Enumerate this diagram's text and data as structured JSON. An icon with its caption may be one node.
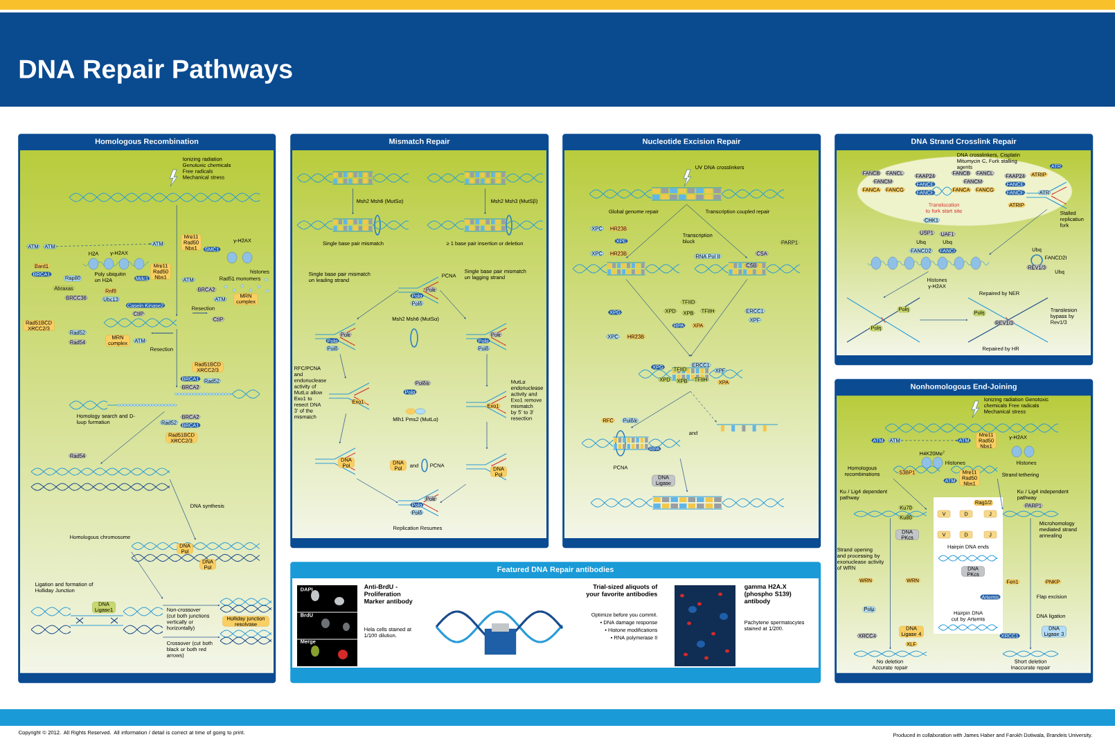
{
  "diagram": {
    "title": "DNA Repair Pathways",
    "nodes": [
      {
        "text": [
          "Homologous Recombination"
        ]
      },
      {
        "text": [
          "Mismatch Repair"
        ]
      },
      {
        "text": [
          "Nucleotide Excision Repair"
        ]
      },
      {
        "text": [
          "DNA Strand Crosslink Repair"
        ]
      },
      {
        "text": [
          "Nonhomologous End-Joining"
        ]
      },
      {
        "text": [
          "Featured DNA Repair antibodies"
        ]
      },
      {
        "text": [],
        "shape": "picture",
        "in": 0
      },
      {
        "text": [
          "ATM"
        ],
        "in": 0
      },
      {
        "text": [
          "ATM"
        ],
        "in": 0
      },
      {
        "text": [
          "ATM"
        ],
        "in": 0
      },
      {
        "text": [
          "Mre11 Rad50 Nbs1"
        ],
        "in": 0
      },
      {
        "text": [
          "SMC1"
        ],
        "in": 0
      },
      {
        "text": [
          "Bard1"
        ],
        "in": 0
      },
      {
        "text": [
          "BRCA1"
        ],
        "in": 0
      },
      {
        "text": [
          "Rap80"
        ],
        "in": 0
      },
      {
        "text": [
          "Abraxas"
        ],
        "in": 0
      },
      {
        "text": [
          "BRCC36"
        ],
        "in": 0
      },
      {
        "text": [
          "Mdc1"
        ],
        "in": 0
      },
      {
        "text": [
          "Rnf8"
        ],
        "in": 0
      },
      {
        "text": [
          "Ubc13"
        ],
        "in": 0
      },
      {
        "text": [
          "Casein Kinase2"
        ],
        "in": 0
      },
      {
        "text": [
          "Mre11 Rad50 Nbs1"
        ],
        "in": 0
      },
      {
        "text": [
          "ATM"
        ],
        "in": 0
      },
      {
        "text": [
          "BRCA2"
        ],
        "in": 0
      },
      {
        "text": [
          "ATM"
        ],
        "in": 0
      },
      {
        "text": [
          "MRN complex"
        ],
        "in": 0
      },
      {
        "text": [
          "CtIP"
        ],
        "in": 0
      },
      {
        "text": [
          "Rad51BCD XRCC2/3"
        ],
        "in": 0
      },
      {
        "text": [
          "Rad52"
        ],
        "in": 0
      },
      {
        "text": [
          "Rad54"
        ],
        "in": 0
      },
      {
        "text": [
          "CtIP"
        ],
        "in": 0
      },
      {
        "text": [
          "MRN complex"
        ],
        "in": 0
      },
      {
        "text": [
          "ATM"
        ],
        "in": 0
      },
      {
        "text": [],
        "shape": "picture",
        "in": 0
      },
      {
        "text": [
          "Rad51BCD XRCC2/3"
        ],
        "in": 0
      },
      {
        "text": [
          "BRCA1"
        ],
        "in": 0
      },
      {
        "text": [
          "Rad52"
        ],
        "in": 0
      },
      {
        "text": [
          "BRCA2"
        ],
        "in": 0
      },
      {
        "text": [],
        "shape": "picture",
        "in": 0
      },
      {
        "text": [
          "BRCA2"
        ],
        "in": 0
      },
      {
        "text": [
          "Rad52"
        ],
        "in": 0
      },
      {
        "text": [
          "BRCA1"
        ],
        "in": 0
      },
      {
        "text": [
          "Rad51BCD XRCC2/3"
        ],
        "in": 0
      },
      {
        "text": [
          "Rad54"
        ],
        "in": 0
      },
      {
        "text": [],
        "shape": "picture",
        "in": 0
      },
      {
        "text": [
          "DNA Pol"
        ],
        "in": 47
      },
      {
        "text": [
          "DNA Pol"
        ],
        "in": 0
      },
      {
        "text": [],
        "shape": "picture",
        "in": 0
      },
      {
        "text": [
          "DNA Ligase1"
        ],
        "in": 49
      },
      {
        "text": [],
        "shape": "picture",
        "in": 0
      },
      {
        "text": [
          "Holliday junction resolvase"
        ],
        "in": 0
      },
      {
        "text": [],
        "shape": "picture",
        "in": 0
      },
      {
        "text": [],
        "shape": "picture",
        "in": 0
      },
      {
        "text": [],
        "shape": "picture",
        "in": 1
      },
      {
        "text": [],
        "shape": "picture",
        "in": 1
      },
      {
        "text": [],
        "shape": "picture",
        "in": 1
      },
      {
        "text": [],
        "shape": "picture",
        "in": 1
      },
      {
        "text": [],
        "shape": "picture",
        "in": 1
      },
      {
        "text": [
          "Polε"
        ],
        "in": 57
      },
      {
        "text": [
          "Polα"
        ],
        "in": 57
      },
      {
        "text": [
          "Polδ"
        ],
        "in": 57
      },
      {
        "text": [],
        "shape": "picture",
        "in": 1
      },
      {
        "text": [
          "Polε"
        ],
        "in": 61
      },
      {
        "text": [
          "Polα"
        ],
        "in": 61
      },
      {
        "text": [
          "Polδ"
        ],
        "in": 61
      },
      {
        "text": [],
        "shape": "picture",
        "in": 1
      },
      {
        "text": [
          "Polε"
        ],
        "in": 65
      },
      {
        "text": [
          "Polα"
        ],
        "in": 65
      },
      {
        "text": [
          "Polδ"
        ],
        "in": 65
      },
      {
        "text": [
          "Polδ/ε"
        ],
        "in": 1
      },
      {
        "text": [
          "Polα"
        ],
        "in": 1
      },
      {
        "text": [],
        "shape": "picture",
        "in": 1
      },
      {
        "text": [
          "Exo1"
        ],
        "in": 71
      },
      {
        "text": [],
        "shape": "picture",
        "in": 1
      },
      {
        "text": [
          "Exo1"
        ],
        "in": 73
      },
      {
        "text": [],
        "shape": "picture",
        "in": 1
      },
      {
        "text": [
          "DNA Pol"
        ],
        "in": 75
      },
      {
        "text": [
          "DNA Pol"
        ],
        "in": 1
      },
      {
        "text": [],
        "shape": "picture",
        "in": 1
      },
      {
        "text": [
          "DNA Pol"
        ],
        "in": 78
      },
      {
        "text": [],
        "shape": "picture",
        "in": 1
      },
      {
        "text": [
          "Polε"
        ],
        "in": 80
      },
      {
        "text": [
          "Polα"
        ],
        "in": 80
      },
      {
        "text": [
          "Polδ"
        ],
        "in": 80
      },
      {
        "text": [],
        "shape": "picture",
        "in": 2
      },
      {
        "text": [
          "XPC"
        ],
        "in": 2
      },
      {
        "text": [
          "HR23B"
        ],
        "in": 2
      },
      {
        "text": [
          "XPE"
        ],
        "in": 2
      },
      {
        "text": [
          "XPC"
        ],
        "in": 2
      },
      {
        "text": [
          "HR23B"
        ],
        "in": 2
      },
      {
        "text": [],
        "shape": "picture",
        "in": 2
      },
      {
        "text": [
          "RNA Pol II"
        ],
        "in": 2
      },
      {
        "text": [
          "CSA"
        ],
        "in": 2
      },
      {
        "text": [
          "CSB"
        ],
        "in": 95
      },
      {
        "text": [
          "PARP1"
        ],
        "in": 2
      },
      {
        "text": [],
        "shape": "picture",
        "in": 2
      },
      {
        "text": [
          "TFIID"
        ],
        "in": 2
      },
      {
        "text": [
          "XPD"
        ],
        "in": 2
      },
      {
        "text": [
          "XPB"
        ],
        "in": 2
      },
      {
        "text": [
          "TFIIH"
        ],
        "in": 2
      },
      {
        "text": [
          "XPG"
        ],
        "in": 2
      },
      {
        "text": [
          "RPA"
        ],
        "in": 2
      },
      {
        "text": [
          "XPA"
        ],
        "in": 2
      },
      {
        "text": [
          "ERCC1"
        ],
        "in": 2
      },
      {
        "text": [
          "XPF"
        ],
        "in": 2
      },
      {
        "text": [
          "XPC"
        ],
        "in": 2
      },
      {
        "text": [
          "HR23B"
        ],
        "in": 2
      },
      {
        "text": [],
        "shape": "picture",
        "in": 2
      },
      {
        "text": [
          "ERCC1"
        ],
        "in": 107
      },
      {
        "text": [
          "XPF"
        ],
        "in": 107
      },
      {
        "text": [
          "XPG"
        ],
        "in": 107
      },
      {
        "text": [
          "TFIID"
        ],
        "in": 107
      },
      {
        "text": [
          "XPD"
        ],
        "in": 107
      },
      {
        "text": [
          "XPB"
        ],
        "in": 107
      },
      {
        "text": [
          "TFIIH"
        ],
        "in": 107
      },
      {
        "text": [
          "XPA"
        ],
        "in": 107
      },
      {
        "text": [
          "RFC"
        ],
        "in": 2
      },
      {
        "text": [
          "Polδ/ε"
        ],
        "in": 2
      },
      {
        "text": [],
        "shape": "picture",
        "in": 2
      },
      {
        "text": [
          "RPA"
        ],
        "in": 118
      },
      {
        "text": [],
        "shape": "picture",
        "in": 2
      },
      {
        "text": [
          "DNA Ligase"
        ],
        "in": 2
      },
      {
        "text": [],
        "shape": "picture",
        "in": 2
      },
      {
        "text": [],
        "shape": "picture",
        "in": 3
      },
      {
        "text": [
          "FANCB"
        ],
        "in": 3
      },
      {
        "text": [
          "FANCL"
        ],
        "in": 3
      },
      {
        "text": [
          "FANCM"
        ],
        "in": 3
      },
      {
        "text": [
          "FANCA"
        ],
        "in": 3
      },
      {
        "text": [
          "FANCG"
        ],
        "in": 3
      },
      {
        "text": [
          "FAAP24"
        ],
        "in": 3
      },
      {
        "text": [
          "FANCE"
        ],
        "in": 3
      },
      {
        "text": [
          "FANCF"
        ],
        "in": 3
      },
      {
        "text": [
          "FANCB"
        ],
        "in": 3
      },
      {
        "text": [
          "FANCL"
        ],
        "in": 3
      },
      {
        "text": [
          "FANCM"
        ],
        "in": 3
      },
      {
        "text": [
          "FANCA"
        ],
        "in": 3
      },
      {
        "text": [
          "FANCG"
        ],
        "in": 3
      },
      {
        "text": [
          "FAAP24"
        ],
        "in": 3
      },
      {
        "text": [
          "FANCE"
        ],
        "in": 3
      },
      {
        "text": [
          "FANCF"
        ],
        "in": 3
      },
      {
        "text": [
          "ATRIP"
        ],
        "in": 3
      },
      {
        "text": [
          "ATR"
        ],
        "in": 3
      },
      {
        "text": [
          "ATRIP"
        ],
        "in": 3
      },
      {
        "text": [
          "ATR"
        ],
        "in": 123
      },
      {
        "text": [
          "CHK1"
        ],
        "in": 3
      },
      {
        "text": [
          "USP1"
        ],
        "in": 3
      },
      {
        "text": [
          "UAF1"
        ],
        "in": 3
      },
      {
        "text": [
          "FANCD2"
        ],
        "in": 3
      },
      {
        "text": [
          "FANCI"
        ],
        "in": 3
      },
      {
        "text": [
          "REV1/3"
        ],
        "in": 3
      },
      {
        "text": [],
        "shape": "picture",
        "in": 3
      },
      {
        "text": [
          "Polη"
        ],
        "in": 153
      },
      {
        "text": [
          "Polη"
        ],
        "in": 153
      },
      {
        "text": [],
        "shape": "picture",
        "in": 3
      },
      {
        "text": [
          "Polη"
        ],
        "in": 156
      },
      {
        "text": [
          "REV1/3"
        ],
        "in": 156
      },
      {
        "text": [],
        "shape": "picture",
        "in": 3
      },
      {
        "text": [],
        "shape": "picture",
        "in": 4
      },
      {
        "text": [
          "ATM"
        ],
        "in": 4
      },
      {
        "text": [
          "ATM"
        ],
        "in": 4
      },
      {
        "text": [
          "ATM"
        ],
        "in": 4
      },
      {
        "text": [
          "Mre11 Rad50 Nbs1"
        ],
        "in": 4
      },
      {
        "text": [
          "53BP1"
        ],
        "in": 165
      },
      {
        "text": [
          "ATM"
        ],
        "in": 4
      },
      {
        "text": [
          "Mre11 Rad50 Nbs1"
        ],
        "in": 4
      },
      {
        "text": [],
        "shape": "picture",
        "in": 4
      },
      {
        "text": [
          "Ku70"
        ],
        "in": 4
      },
      {
        "text": [
          "Ku80"
        ],
        "in": 4
      },
      {
        "text": [],
        "shape": "picture",
        "in": 4
      },
      {
        "text": [
          "DNA PKcs"
        ],
        "in": 4
      },
      {
        "text": [
          "WRN"
        ],
        "in": 4
      },
      {
        "text": [
          "WRN"
        ],
        "in": 4
      },
      {
        "text": [
          "Polμ"
        ],
        "in": 4
      },
      {
        "text": [
          "XRCC4"
        ],
        "in": 4
      },
      {
        "text": [
          "DNA Ligase 4"
        ],
        "in": 4
      },
      {
        "text": [
          "XLF"
        ],
        "in": 4
      },
      {
        "text": [],
        "shape": "picture",
        "in": 4
      },
      {
        "text": [
          "Rag1/2"
        ],
        "in": 4
      },
      {
        "text": [
          "V"
        ],
        "in": 4
      },
      {
        "text": [
          "D"
        ],
        "in": 4
      },
      {
        "text": [
          "J"
        ],
        "in": 4
      },
      {
        "text": [
          "V"
        ],
        "in": 4
      },
      {
        "text": [
          "D"
        ],
        "in": 4
      },
      {
        "text": [
          "J"
        ],
        "in": 4
      },
      {
        "text": [
          "DNA PKcs"
        ],
        "in": 4
      },
      {
        "text": [
          "Artemis"
        ],
        "in": 4
      },
      {
        "text": [
          "PARP1"
        ],
        "in": 4
      },
      {
        "text": [],
        "shape": "picture",
        "in": 4
      },
      {
        "text": [
          "Fen1"
        ],
        "in": 4
      },
      {
        "text": [
          "PNKP"
        ],
        "in": 4
      },
      {
        "text": [
          "XRCC1"
        ],
        "in": 4
      },
      {
        "text": [
          "DNA Ligase 3"
        ],
        "in": 4
      },
      {
        "text": [],
        "shape": "picture",
        "in": 4
      }
    ],
    "edges": [
      {
        "from": 6,
        "to": 33,
        "arrow": "to"
      },
      {
        "from": 33,
        "to": 38,
        "arrow": "to"
      },
      {
        "from": 38,
        "to": 44,
        "arrow": "to"
      },
      {
        "from": 44,
        "to": 47,
        "arrow": "to"
      },
      {
        "from": 47,
        "to": 49,
        "arrow": "to"
      },
      {
        "from": 49,
        "to": 51,
        "arrow": "to"
      },
      {
        "from": 49,
        "to": 52,
        "arrow": "to"
      },
      {
        "from": 8,
        "to": 9,
        "arrow": "to",
        "style": "dashed"
      },
      {
        "from": 53,
        "to": 55,
        "arrow": "to"
      },
      {
        "from": 54,
        "to": 56,
        "arrow": "to"
      },
      {
        "from": 57,
        "to": 61,
        "arrow": "to"
      },
      {
        "from": 57,
        "to": 65,
        "arrow": "to"
      },
      {
        "from": 61,
        "to": 71,
        "arrow": "to"
      },
      {
        "from": 65,
        "to": 73,
        "arrow": "to"
      },
      {
        "from": 71,
        "to": 75,
        "arrow": "to"
      },
      {
        "from": 73,
        "to": 78,
        "arrow": "to"
      },
      {
        "from": 75,
        "to": 80,
        "arrow": "to"
      },
      {
        "from": 78,
        "to": 80,
        "arrow": "to"
      },
      {
        "from": 84,
        "to": 90,
        "arrow": "to"
      },
      {
        "from": 84,
        "to": 95,
        "arrow": "to"
      },
      {
        "from": 90,
        "to": 107,
        "arrow": "to"
      },
      {
        "from": 95,
        "to": 107,
        "arrow": "to"
      },
      {
        "from": 107,
        "to": 118,
        "arrow": "to"
      },
      {
        "from": 107,
        "to": 120,
        "arrow": "to",
        "style": "dashed"
      },
      {
        "from": 118,
        "to": 122,
        "arrow": "to"
      },
      {
        "from": 150,
        "to": 153,
        "arrow": "to"
      },
      {
        "from": 153,
        "to": 156,
        "arrow": "to"
      },
      {
        "from": 159,
        "to": 160,
        "arrow": "to",
        "style": "dashed"
      },
      {
        "from": 165,
        "to": 168,
        "arrow": "to"
      },
      {
        "from": 165,
        "to": 187,
        "arrow": "to"
      },
      {
        "from": 168,
        "to": 176,
        "arrow": "to"
      },
      {
        "from": 187,
        "to": 192,
        "arrow": "to"
      },
      {
        "from": 123,
        "to": 150,
        "arrow": "to"
      }
    ],
    "labels": [
      "Ionizing radiation Genotoxic chemicals Free radicals Mechanical stress",
      "H2A",
      "γ-H2AX",
      "γ-H2AX",
      "histones",
      "Poly ubiquitin on H2A",
      "Rad51 monomers",
      "Resection",
      "Resection",
      "Homology search and D-loop formation",
      "DNA synthesis",
      "Homologous chromosome",
      "Ligation and formation of Holliday Junction",
      "Non-crossover (cut both junctions vertically or horizontally)",
      "Crossover (cut both black or both red arrows)",
      "Msh2 Msh6 (MutSα)",
      "Msh2 Msh3 (MutSβ)",
      "Single base pair mismatch",
      "≥ 1 base pair insertion or deletion",
      "Single base pair mismatch on leading strand",
      "Single base pair mismatch on lagging strand",
      "PCNA",
      "Msh2 Msh6 (MutSα)",
      "RFC/PCNA and endonuclease activity of MutLα allow Exo1 to resect DNA 3' of the mismatch",
      "MutLα endonuclease activity and Exo1 remove mismatch by 5' to 3' resection",
      "Mlh1 Pms2 (MutLα)",
      "and",
      "PCNA",
      "Replication Resumes",
      "UV DNA crosslinkers",
      "Global genome repair",
      "Transcription coupled repair",
      "Transcription block",
      "and",
      "PCNA",
      "DNA crosslinkers, Cisplatin Mitomycin C, Fork stalling agents",
      "Stalled replication fork",
      "Translocation to fork start site",
      "Ubq",
      "Ubq",
      "Ubq",
      "FANCD2I",
      "Ubq",
      "Histones",
      "γ-H2AX",
      "Repaired by NER",
      "Translesion bypass by Rev1/3",
      "Repaired by HR",
      "Ionizing radiation Genotoxic chemicals Free radicals Mechanical stress",
      "γ-H2AX",
      "H4K20Me$^{2}$",
      "Histones",
      "Histones",
      "Homologous recombinations",
      "Strand tethering",
      "Ku / Lig4 dependent pathway",
      "Ku / Lig4 independent pathway",
      "Hairpin DNA ends",
      "Microhomology mediated strand annealing",
      "Strand opening and processing by exonuclease activity of WRN",
      "Hairpin DNA cut by Artemis",
      "Flap excision",
      "DNA ligation",
      "No deletion Accurate repair",
      "Short deletion Inaccurate repair",
      "DAPI",
      "BrdU",
      "Merge",
      "Anti-BrdU - Proliferation Marker antibody",
      "Hela cells stained at 1/100 dilution.",
      "Trial-sized aliquots of your favorite antibodies",
      "Optimize before you commit.",
      "• DNA damage response",
      "• Histone modifications",
      "• RNA polymerase II",
      "gamma H2A.X (phospho S139) antibody",
      "Pachytene spermatocytes stained at 1/200.",
      "Copyright © 2012. All Rights Reserved. All information / detail is correct at time of going to print.",
      "Produced in collaboration with James Haber and Farokh Dotiwala, Brandeis University."
    ]
  }
}
